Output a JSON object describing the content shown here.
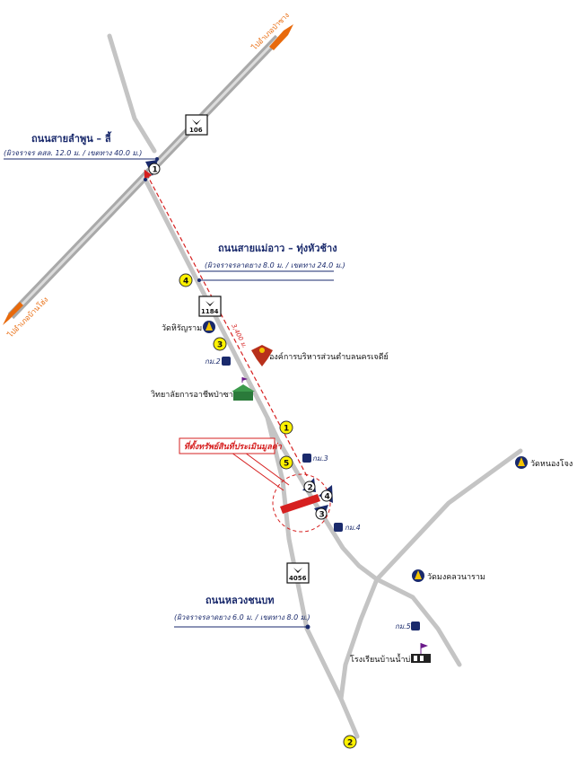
{
  "directions": {
    "northeast": "ไปอำเภอป่าซาง",
    "southwest": "ไปอำเภอบ้านโฮ่ง"
  },
  "roads": {
    "r106": {
      "name": "ถนนสายลำพูน – ลี้",
      "spec": "(ผิวจราจร คสล. 12.0 ม. / เขตทาง 40.0 ม.)",
      "route_number": "106"
    },
    "r1184": {
      "name": "ถนนสายแม่อาว – ทุ่งหัวช้าง",
      "spec": "(ผิวจราจรลาดยาง 8.0 ม. / เขตทาง 24.0 ม.)",
      "route_number": "1184"
    },
    "rural": {
      "name": "ถนนหลวงชนบท",
      "spec": "(ผิวจราจรลาดยาง 6.0 ม. / เขตทาง 8.0 ม.)",
      "route_number": "4056"
    }
  },
  "property_label": "ที่ตั้งทรัพย์สินที่ประเมินมูลค่า",
  "distance_label": "3,400 ม.",
  "places": {
    "wat_hiran": "วัดหิรัญราม",
    "tambon": "องค์การบริหารส่วนตำบลนครเจดีย์",
    "college": "วิทยาลัยการอาชีพป่าซาง",
    "wat_nongjong": "วัดหนองโจง",
    "wat_mongkol": "วัดมงคลวนาราม",
    "school": "โรงเรียนบ้านน้ำบ่อย"
  },
  "km_markers": {
    "km2": "กม.2",
    "km3": "กม.3",
    "km4": "กม.4",
    "km5": "กม.5"
  },
  "photo_points": [
    "1",
    "2",
    "3",
    "4",
    "5"
  ],
  "key_points": [
    "1",
    "2",
    "3",
    "4"
  ],
  "colors": {
    "road": "#c4c4c4",
    "accent": "#e86a0c",
    "navy": "#1a2a6c",
    "marker_yellow": "#fff200",
    "property": "#d62020"
  }
}
